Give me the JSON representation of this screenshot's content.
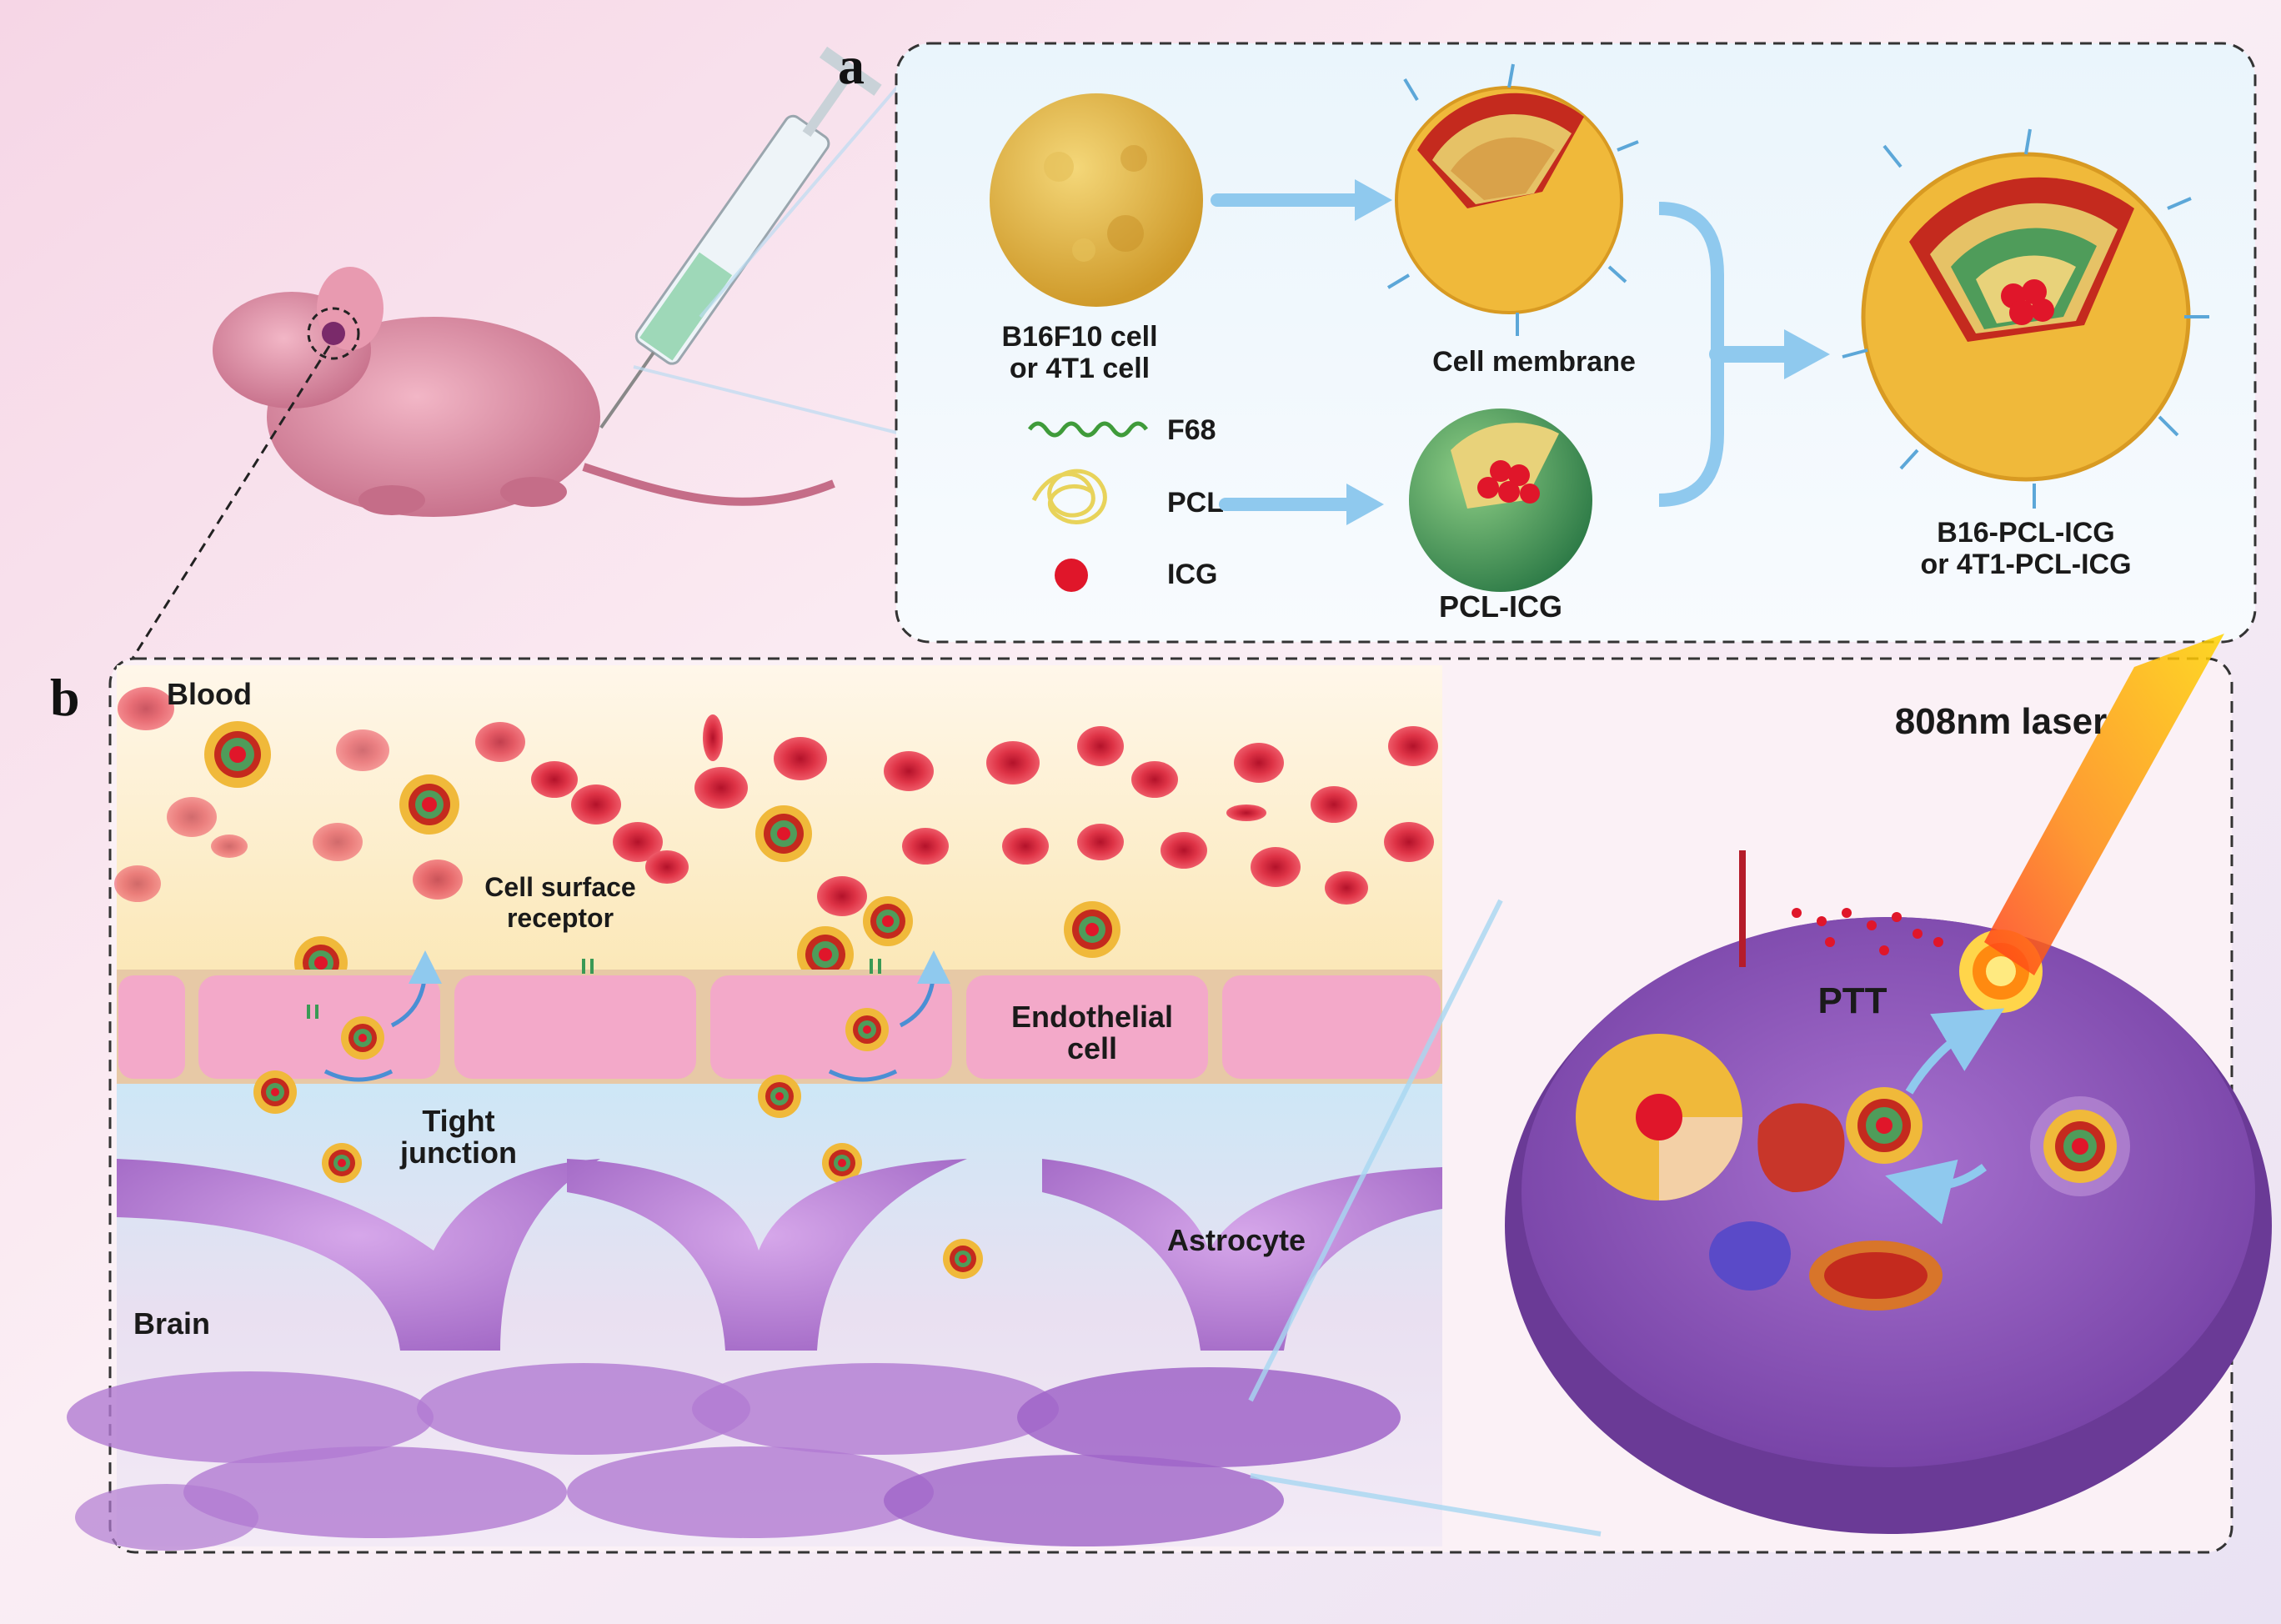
{
  "panel_a": {
    "letter": "a",
    "cell_line1": "B16F10 cell",
    "cell_line2": "or 4T1 cell",
    "membrane": "Cell membrane",
    "legend": {
      "f68": "F68",
      "pcl": "PCL",
      "icg": "ICG"
    },
    "core": "PCL-ICG",
    "product_line1": "B16-PCL-ICG",
    "product_line2": "or 4T1-PCL-ICG"
  },
  "panel_b": {
    "letter": "b",
    "blood": "Blood",
    "receptor_line1": "Cell surface",
    "receptor_line2": "receptor",
    "endo_line1": "Endothelial",
    "endo_line2": "cell",
    "tight_line1": "Tight",
    "tight_line2": "junction",
    "astrocyte": "Astrocyte",
    "brain": "Brain",
    "laser": "808nm laser",
    "ptt": "PTT"
  },
  "colors": {
    "rbc": "#d6293a",
    "endothelium": "#f3a9c9",
    "astrocyte": "#b477d0",
    "tumor_cell": "#8a55b8",
    "nanoparticle_shell": "#f0b93a",
    "icg": "#e0162a",
    "arrow": "#8fc9ee"
  }
}
